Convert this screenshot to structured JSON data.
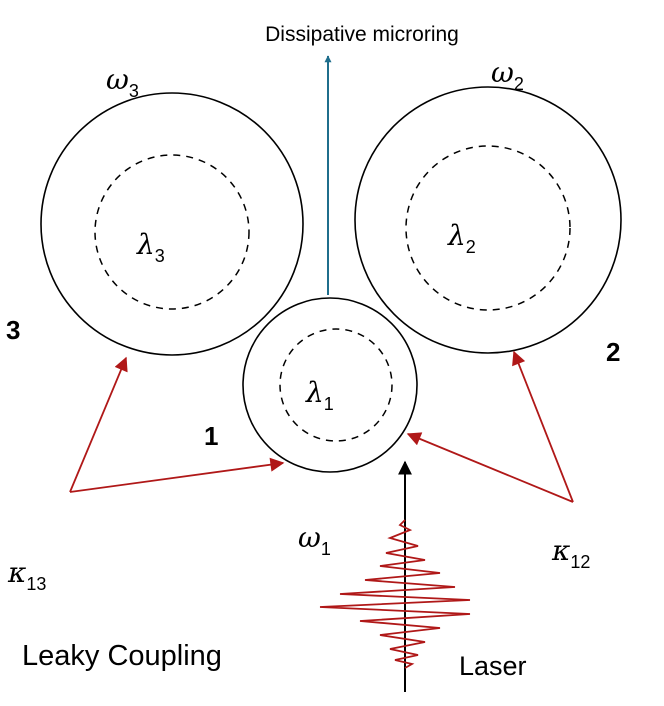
{
  "title": "Dissipative microring",
  "rings": [
    {
      "number": "1",
      "omega": "1",
      "lambda": "1"
    },
    {
      "number": "2",
      "omega": "2",
      "lambda": "2"
    },
    {
      "number": "3",
      "omega": "3",
      "lambda": "3"
    }
  ],
  "couplings": {
    "k12": {
      "symbol": "κ",
      "sub": "12"
    },
    "k13": {
      "symbol": "κ",
      "sub": "13"
    }
  },
  "labels": {
    "leaky": "Leaky Coupling",
    "laser": "Laser"
  },
  "symbols": {
    "omega": "ω",
    "lambda": "λ"
  },
  "colors": {
    "output_arrow": "#1f6e8c",
    "coupling_arrows": "#b01818",
    "laser_wave": "#b01818",
    "rings": "#000000"
  }
}
